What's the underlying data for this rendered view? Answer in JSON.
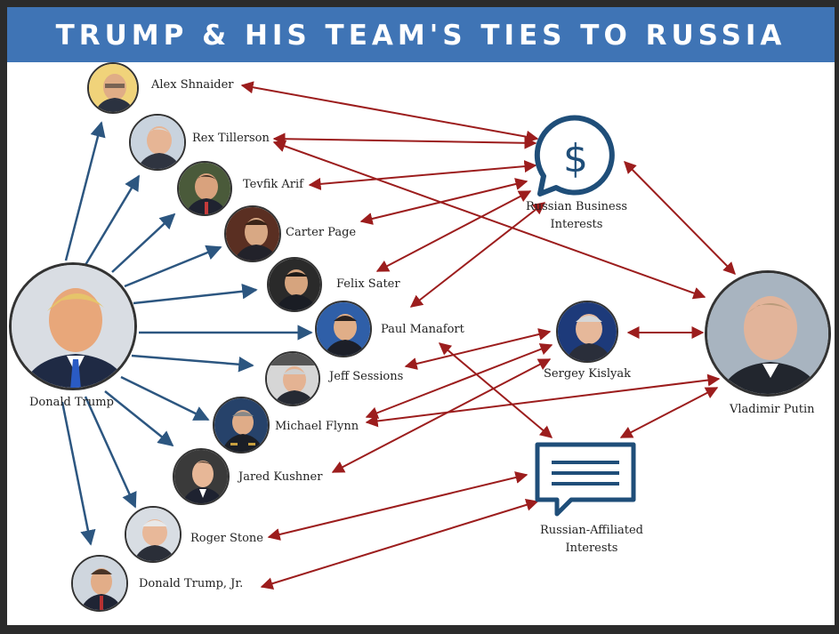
{
  "title": "TRUMP & HIS TEAM'S TIES TO RUSSIA",
  "colors": {
    "title_bar": "#3f74b5",
    "trump_arrow": "#2c5680",
    "russia_arrow": "#9c1d1d",
    "icon_blue": "#1f4e79"
  },
  "center": {
    "name": "Donald Trump"
  },
  "associates": [
    {
      "id": "shnaider",
      "name": "Alex Shnaider"
    },
    {
      "id": "tillerson",
      "name": "Rex Tillerson"
    },
    {
      "id": "arif",
      "name": "Tevfik Arif"
    },
    {
      "id": "page",
      "name": "Carter Page"
    },
    {
      "id": "sater",
      "name": "Felix Sater"
    },
    {
      "id": "manafort",
      "name": "Paul Manafort"
    },
    {
      "id": "sessions",
      "name": "Jeff Sessions"
    },
    {
      "id": "flynn",
      "name": "Michael Flynn"
    },
    {
      "id": "kushner",
      "name": "Jared Kushner"
    },
    {
      "id": "stone",
      "name": "Roger Stone"
    },
    {
      "id": "trumpjr",
      "name": "Donald Trump, Jr."
    }
  ],
  "hubs": {
    "business": {
      "label_line1": "Russian Business",
      "label_line2": "Interests",
      "icon": "dollar-speech-bubble-icon"
    },
    "kislyak": {
      "name": "Sergey Kislyak"
    },
    "affiliated": {
      "label_line1": "Russian-Affiliated",
      "label_line2": "Interests",
      "icon": "document-speech-bubble-icon"
    },
    "putin": {
      "name": "Vladimir Putin"
    }
  },
  "connections": [
    {
      "from": "shnaider",
      "to": "business"
    },
    {
      "from": "tillerson",
      "to": "business"
    },
    {
      "from": "tillerson",
      "to": "putin"
    },
    {
      "from": "arif",
      "to": "business"
    },
    {
      "from": "page",
      "to": "business"
    },
    {
      "from": "sater",
      "to": "business"
    },
    {
      "from": "manafort",
      "to": "business"
    },
    {
      "from": "manafort",
      "to": "affiliated"
    },
    {
      "from": "sessions",
      "to": "kislyak"
    },
    {
      "from": "flynn",
      "to": "kislyak"
    },
    {
      "from": "flynn",
      "to": "putin"
    },
    {
      "from": "kushner",
      "to": "kislyak"
    },
    {
      "from": "stone",
      "to": "affiliated"
    },
    {
      "from": "trumpjr",
      "to": "affiliated"
    },
    {
      "from": "putin",
      "to": "business"
    },
    {
      "from": "putin",
      "to": "kislyak"
    },
    {
      "from": "putin",
      "to": "affiliated"
    }
  ]
}
